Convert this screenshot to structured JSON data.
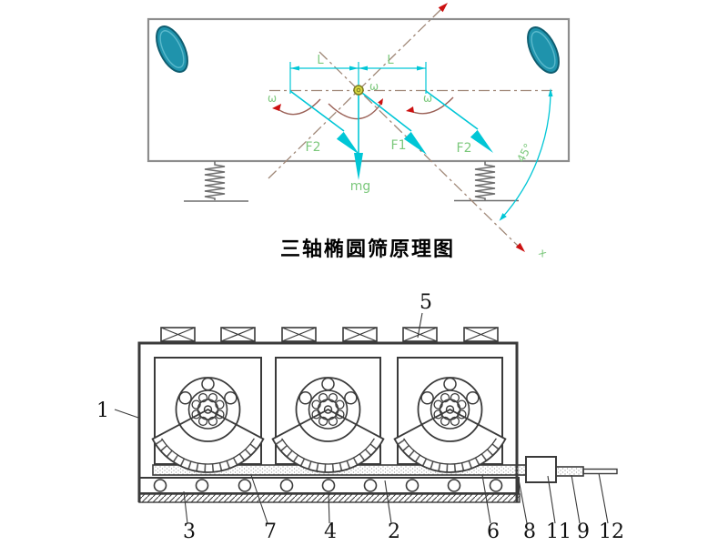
{
  "colors": {
    "frame": "#8d8d8d",
    "dashline": "#a08878",
    "cyan": "#00c6d6",
    "green": "#7cc87c",
    "red": "#cc1111",
    "maroon": "#9a6056",
    "teal": "#1f93ac",
    "teal-dark": "#0f5d70",
    "teal-light": "#5bb9cc",
    "yellow": "#d8d840",
    "yellow-dark": "#7c7c22",
    "ink": "#3a3a3a",
    "spring": "#6f6f6f"
  },
  "top_diagram": {
    "title": "三轴椭圆筛原理图",
    "dim_left": "L",
    "dim_right": "L",
    "omega_left": "ω",
    "omega_center": "ω",
    "omega_right": "ω",
    "force_left": "F2",
    "force_center": "F1",
    "force_right": "F2",
    "gravity": "mg",
    "angle": "45°",
    "axis_x": "x"
  },
  "bottom_diagram": {
    "part_labels": {
      "p1": "1",
      "p2": "2",
      "p3": "3",
      "p4": "4",
      "p5": "5",
      "p6": "6",
      "p7": "7",
      "p8": "8",
      "p9": "9",
      "p11": "11",
      "p12": "12"
    }
  }
}
